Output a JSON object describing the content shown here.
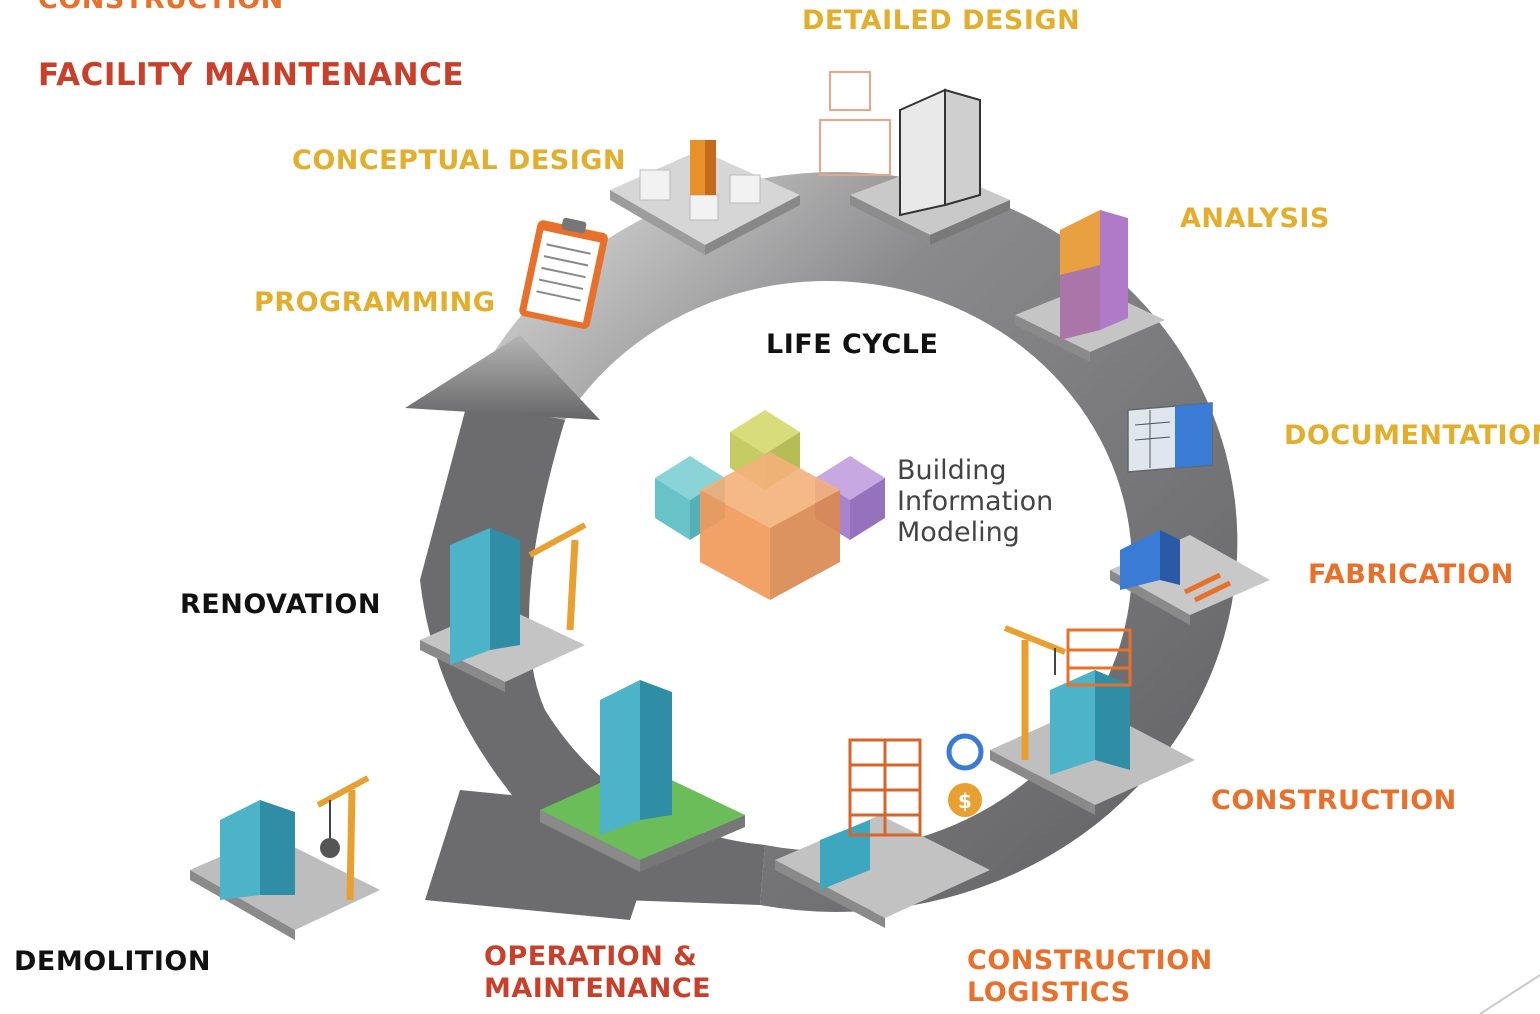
{
  "top_left": {
    "construction": "CONSTRUCTION",
    "facility_maintenance": "FACILITY MAINTENANCE"
  },
  "center": {
    "title": "LIFE CYCLE",
    "logo_line1": "Building",
    "logo_line2": "Information",
    "logo_line3": "Modeling"
  },
  "stages": {
    "detailed_design": "DETAILED DESIGN",
    "conceptual_design": "CONCEPTUAL DESIGN",
    "analysis": "ANALYSIS",
    "programming": "PROGRAMMING",
    "documentation": "DOCUMENTATION",
    "fabrication": "FABRICATION",
    "renovation": "RENOVATION",
    "construction": "CONSTRUCTION",
    "demolition": "DEMOLITION",
    "operation_line1": "OPERATION &",
    "operation_line2": "MAINTENANCE",
    "logistics_line1": "CONSTRUCTION",
    "logistics_line2": "LOGISTICS"
  },
  "colors": {
    "yellow": "#e2ae2c",
    "orange": "#e8702a",
    "red": "#c8402a",
    "ring": "#6f6f71",
    "ring_light": "#bdbdbd"
  }
}
